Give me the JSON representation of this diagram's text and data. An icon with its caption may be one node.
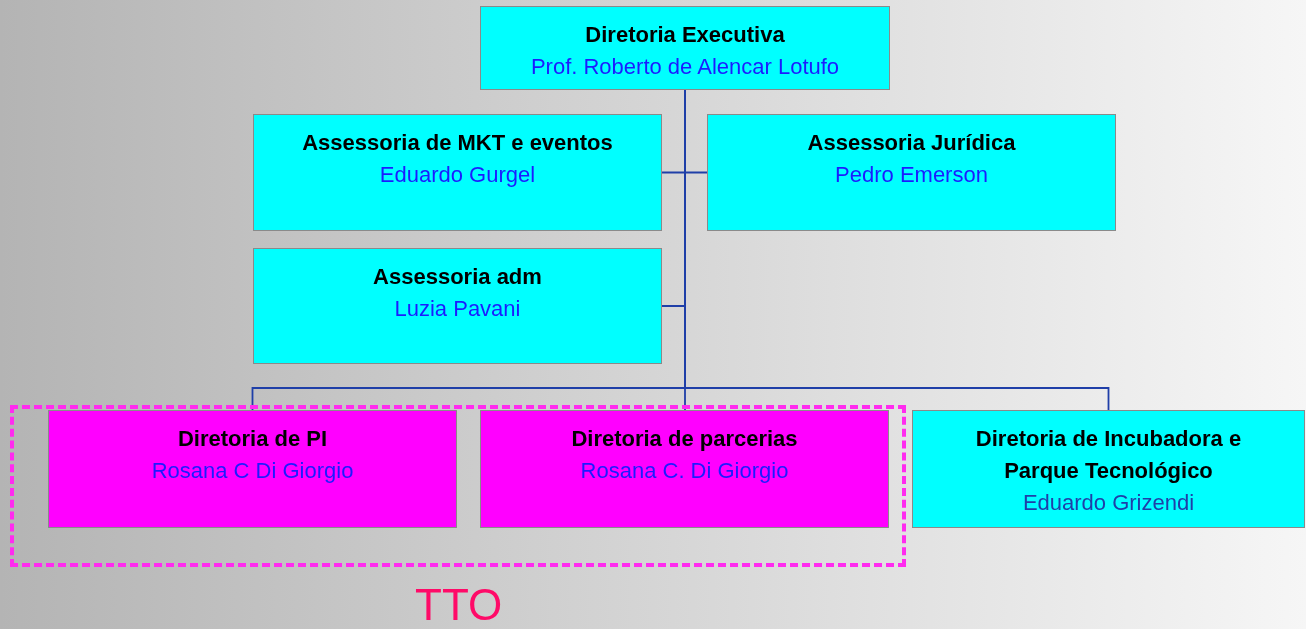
{
  "diagram": {
    "nodes": [
      {
        "text": [
          "Diretoria Executiva",
          "Prof. Roberto de Alencar Lotufo"
        ]
      },
      {
        "text": [
          "Assessoria de MKT e eventos",
          "Eduardo Gurgel"
        ]
      },
      {
        "text": [
          "Assessoria Jurídica",
          "Pedro Emerson"
        ]
      },
      {
        "text": [
          "Assessoria adm",
          "Luzia Pavani"
        ]
      },
      {
        "text": [
          "TTO"
        ]
      },
      {
        "text": [
          "Diretoria de PI",
          "Rosana C Di Giorgio"
        ],
        "in": 4
      },
      {
        "text": [
          "Diretoria de parcerias",
          "Rosana C. Di Giorgio"
        ],
        "in": 4
      },
      {
        "text": [
          "Diretoria de Incubadora e Parque Tecnológico",
          "Eduardo Grizendi"
        ]
      }
    ],
    "edges": [
      {
        "from": 0,
        "to": 1,
        "arrow": "none"
      },
      {
        "from": 0,
        "to": 2,
        "arrow": "none"
      },
      {
        "from": 0,
        "to": 3,
        "arrow": "none"
      },
      {
        "from": 0,
        "to": 5,
        "arrow": "none"
      },
      {
        "from": 0,
        "to": 6,
        "arrow": "none"
      },
      {
        "from": 0,
        "to": 7,
        "arrow": "none"
      }
    ]
  }
}
